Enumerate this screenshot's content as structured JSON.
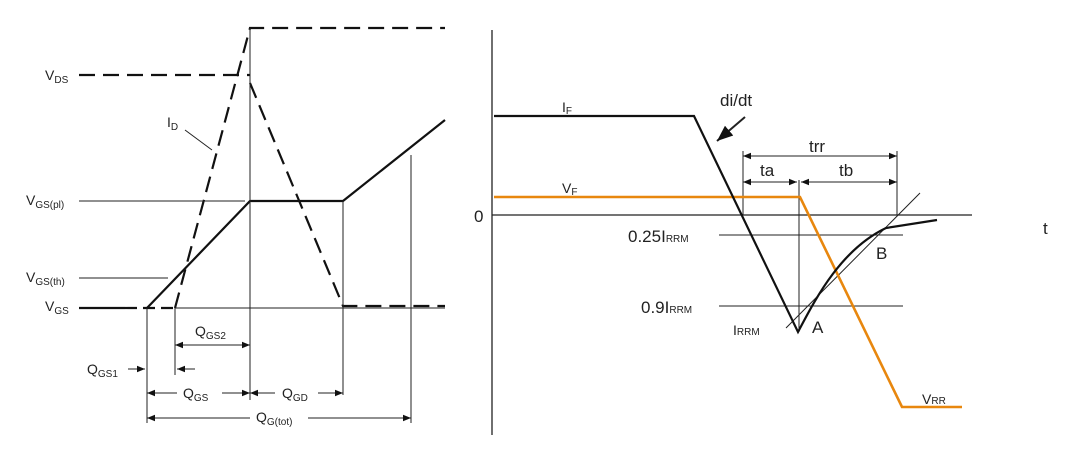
{
  "gate_charge_diagram": {
    "labels": {
      "vds": {
        "main": "V",
        "sub": "DS"
      },
      "id": {
        "main": "I",
        "sub": "D"
      },
      "vgs_pl": {
        "main": "V",
        "sub": "GS(pl)"
      },
      "vgs_th": {
        "main": "V",
        "sub": "GS(th)"
      },
      "vgs": {
        "main": "V",
        "sub": "GS"
      },
      "qgs2": {
        "main": "Q",
        "sub": "GS2"
      },
      "qgs1": {
        "main": "Q",
        "sub": "GS1"
      },
      "qgs": {
        "main": "Q",
        "sub": "GS"
      },
      "qgd": {
        "main": "Q",
        "sub": "GD"
      },
      "qg_tot": {
        "main": "Q",
        "sub": "G(tot)"
      }
    }
  },
  "reverse_recovery_diagram": {
    "colors": {
      "voltage": "#E8870E",
      "current": "#111111"
    },
    "labels": {
      "if": {
        "main": "I",
        "sub": "F"
      },
      "vf": {
        "main": "V",
        "sub": "F"
      },
      "didt": "di/dt",
      "zero": "0",
      "t": "t",
      "trr": "trr",
      "ta": "ta",
      "tb": "tb",
      "i025": {
        "main": "0.25I",
        "sub": "RRM"
      },
      "i09": {
        "main": "0.9I",
        "sub": "RRM"
      },
      "irrm": {
        "main": "I",
        "sub": "RRM"
      },
      "a": "A",
      "b": "B",
      "vrr": {
        "main": "V",
        "sub": "RR"
      }
    }
  }
}
